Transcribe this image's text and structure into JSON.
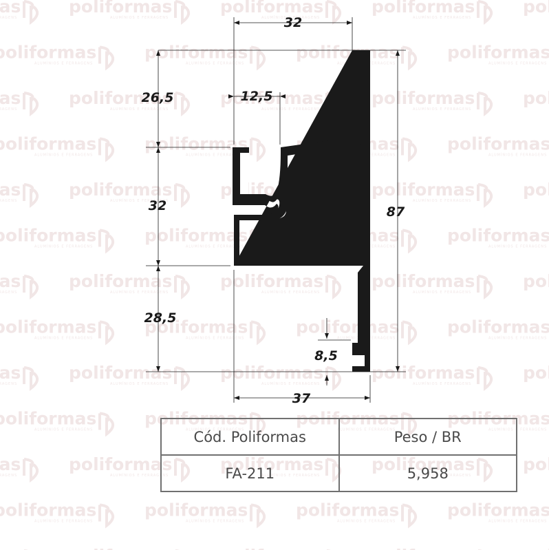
{
  "watermark": {
    "brand": "poliformas",
    "tagline": "ALUMÍNIOS E FERRAGENS"
  },
  "dimensions": {
    "top_width": "32",
    "lip_width": "12,5",
    "upper_height": "26,5",
    "middle_height": "32",
    "lower_height": "28,5",
    "total_height": "87",
    "slot_height": "8,5",
    "bottom_width": "37"
  },
  "table": {
    "headers": [
      "Cód. Poliformas",
      "Peso / BR"
    ],
    "rows": [
      [
        "FA-211",
        "5,958"
      ]
    ]
  },
  "colors": {
    "profile": "#1a1a1a",
    "watermark": "#f1e6e6",
    "table_border": "#707070",
    "table_text": "#4a4a4a"
  }
}
